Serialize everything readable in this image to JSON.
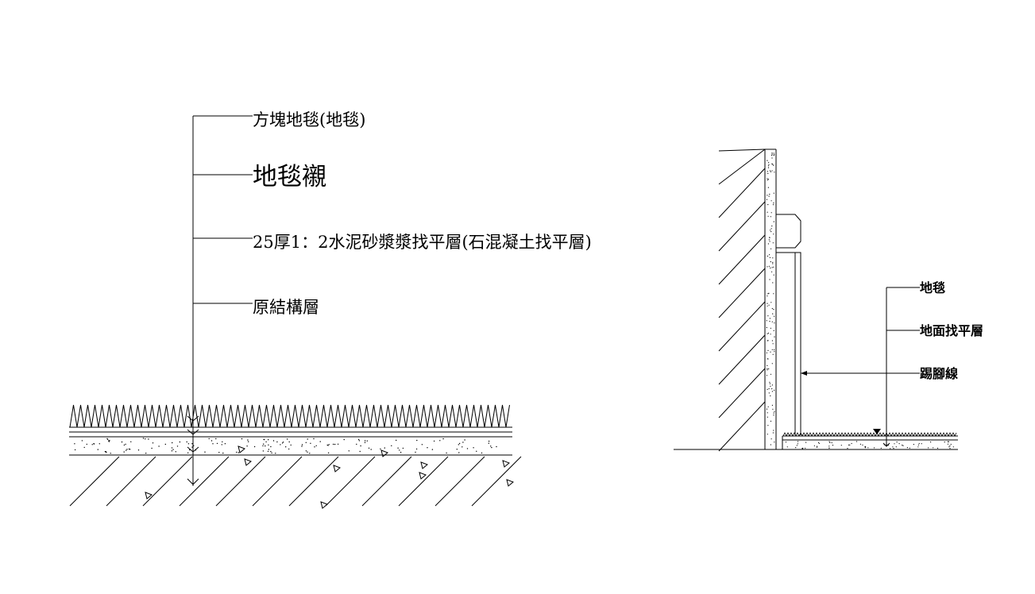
{
  "left_detail": {
    "labels": [
      {
        "text": "方塊地毯(地毯)"
      },
      {
        "text": "地毯襯"
      },
      {
        "text": "25厚1：2水泥砂漿漿找平層(石混凝土找平層)"
      },
      {
        "text": "原結構層"
      }
    ]
  },
  "right_detail": {
    "labels": [
      {
        "text": "地毯"
      },
      {
        "text": "地面找平層"
      },
      {
        "text": "踢腳線"
      }
    ]
  }
}
